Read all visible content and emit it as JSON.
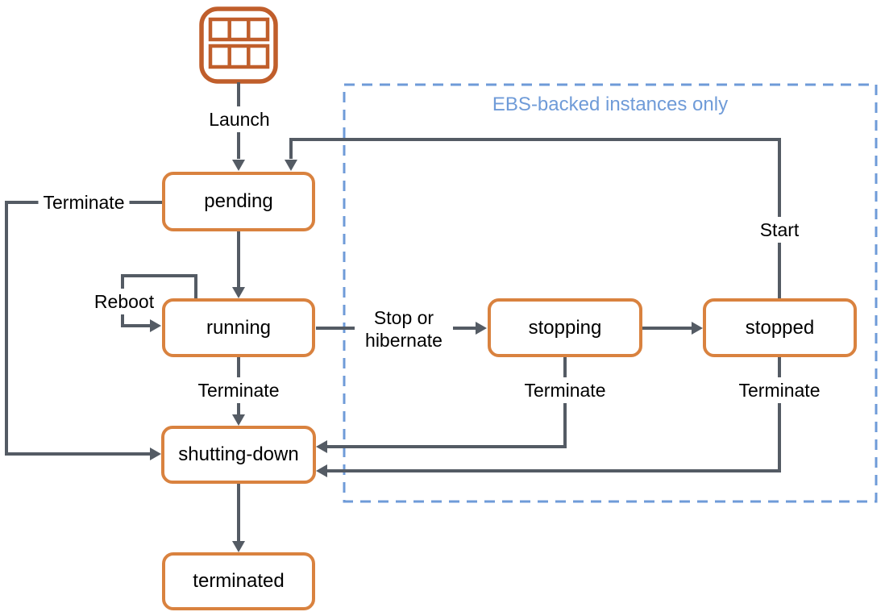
{
  "diagram": {
    "name": "EC2 instance lifecycle state diagram"
  },
  "colors": {
    "node_border": "#d9823f",
    "icon_orange": "#c05e2b",
    "connector": "#545b64",
    "ebs_accent": "#6f9bd8",
    "text": "#000000",
    "background": "#ffffff"
  },
  "icons": {
    "ami": "ami-grid-icon"
  },
  "nodes": {
    "pending": {
      "label": "pending"
    },
    "running": {
      "label": "running"
    },
    "shutting_down": {
      "label": "shutting-down"
    },
    "terminated": {
      "label": "terminated"
    },
    "stopping": {
      "label": "stopping"
    },
    "stopped": {
      "label": "stopped"
    }
  },
  "edge_labels": {
    "launch": "Launch",
    "terminate_left": "Terminate",
    "reboot": "Reboot",
    "terminate_running": "Terminate",
    "stop_or_hibernate": "Stop or hibernate",
    "terminate_stopping": "Terminate",
    "terminate_stopped": "Terminate",
    "start": "Start"
  },
  "groups": {
    "ebs": {
      "label": "EBS-backed instances only"
    }
  },
  "edges": [
    {
      "from": "ami-icon",
      "to": "pending",
      "label": "Launch"
    },
    {
      "from": "pending",
      "to": "running",
      "label": ""
    },
    {
      "from": "running",
      "to": "running",
      "label": "Reboot"
    },
    {
      "from": "running",
      "to": "stopping",
      "label": "Stop or hibernate"
    },
    {
      "from": "stopping",
      "to": "stopped",
      "label": ""
    },
    {
      "from": "stopped",
      "to": "pending",
      "label": "Start"
    },
    {
      "from": "pending",
      "to": "shutting-down",
      "label": "Terminate"
    },
    {
      "from": "running",
      "to": "shutting-down",
      "label": "Terminate"
    },
    {
      "from": "stopping",
      "to": "shutting-down",
      "label": "Terminate"
    },
    {
      "from": "stopped",
      "to": "shutting-down",
      "label": "Terminate"
    },
    {
      "from": "shutting-down",
      "to": "terminated",
      "label": ""
    }
  ]
}
